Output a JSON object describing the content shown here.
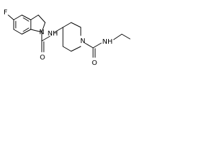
{
  "molecule": {
    "atoms": {
      "fluorine": "F",
      "indoline_nitrogen": "N",
      "amide_nh": "NH",
      "carbonyl_oxygen_1": "O",
      "piperidine_nitrogen": "N",
      "carbonyl_oxygen_2": "O",
      "ethyl_nh": "NH"
    }
  }
}
